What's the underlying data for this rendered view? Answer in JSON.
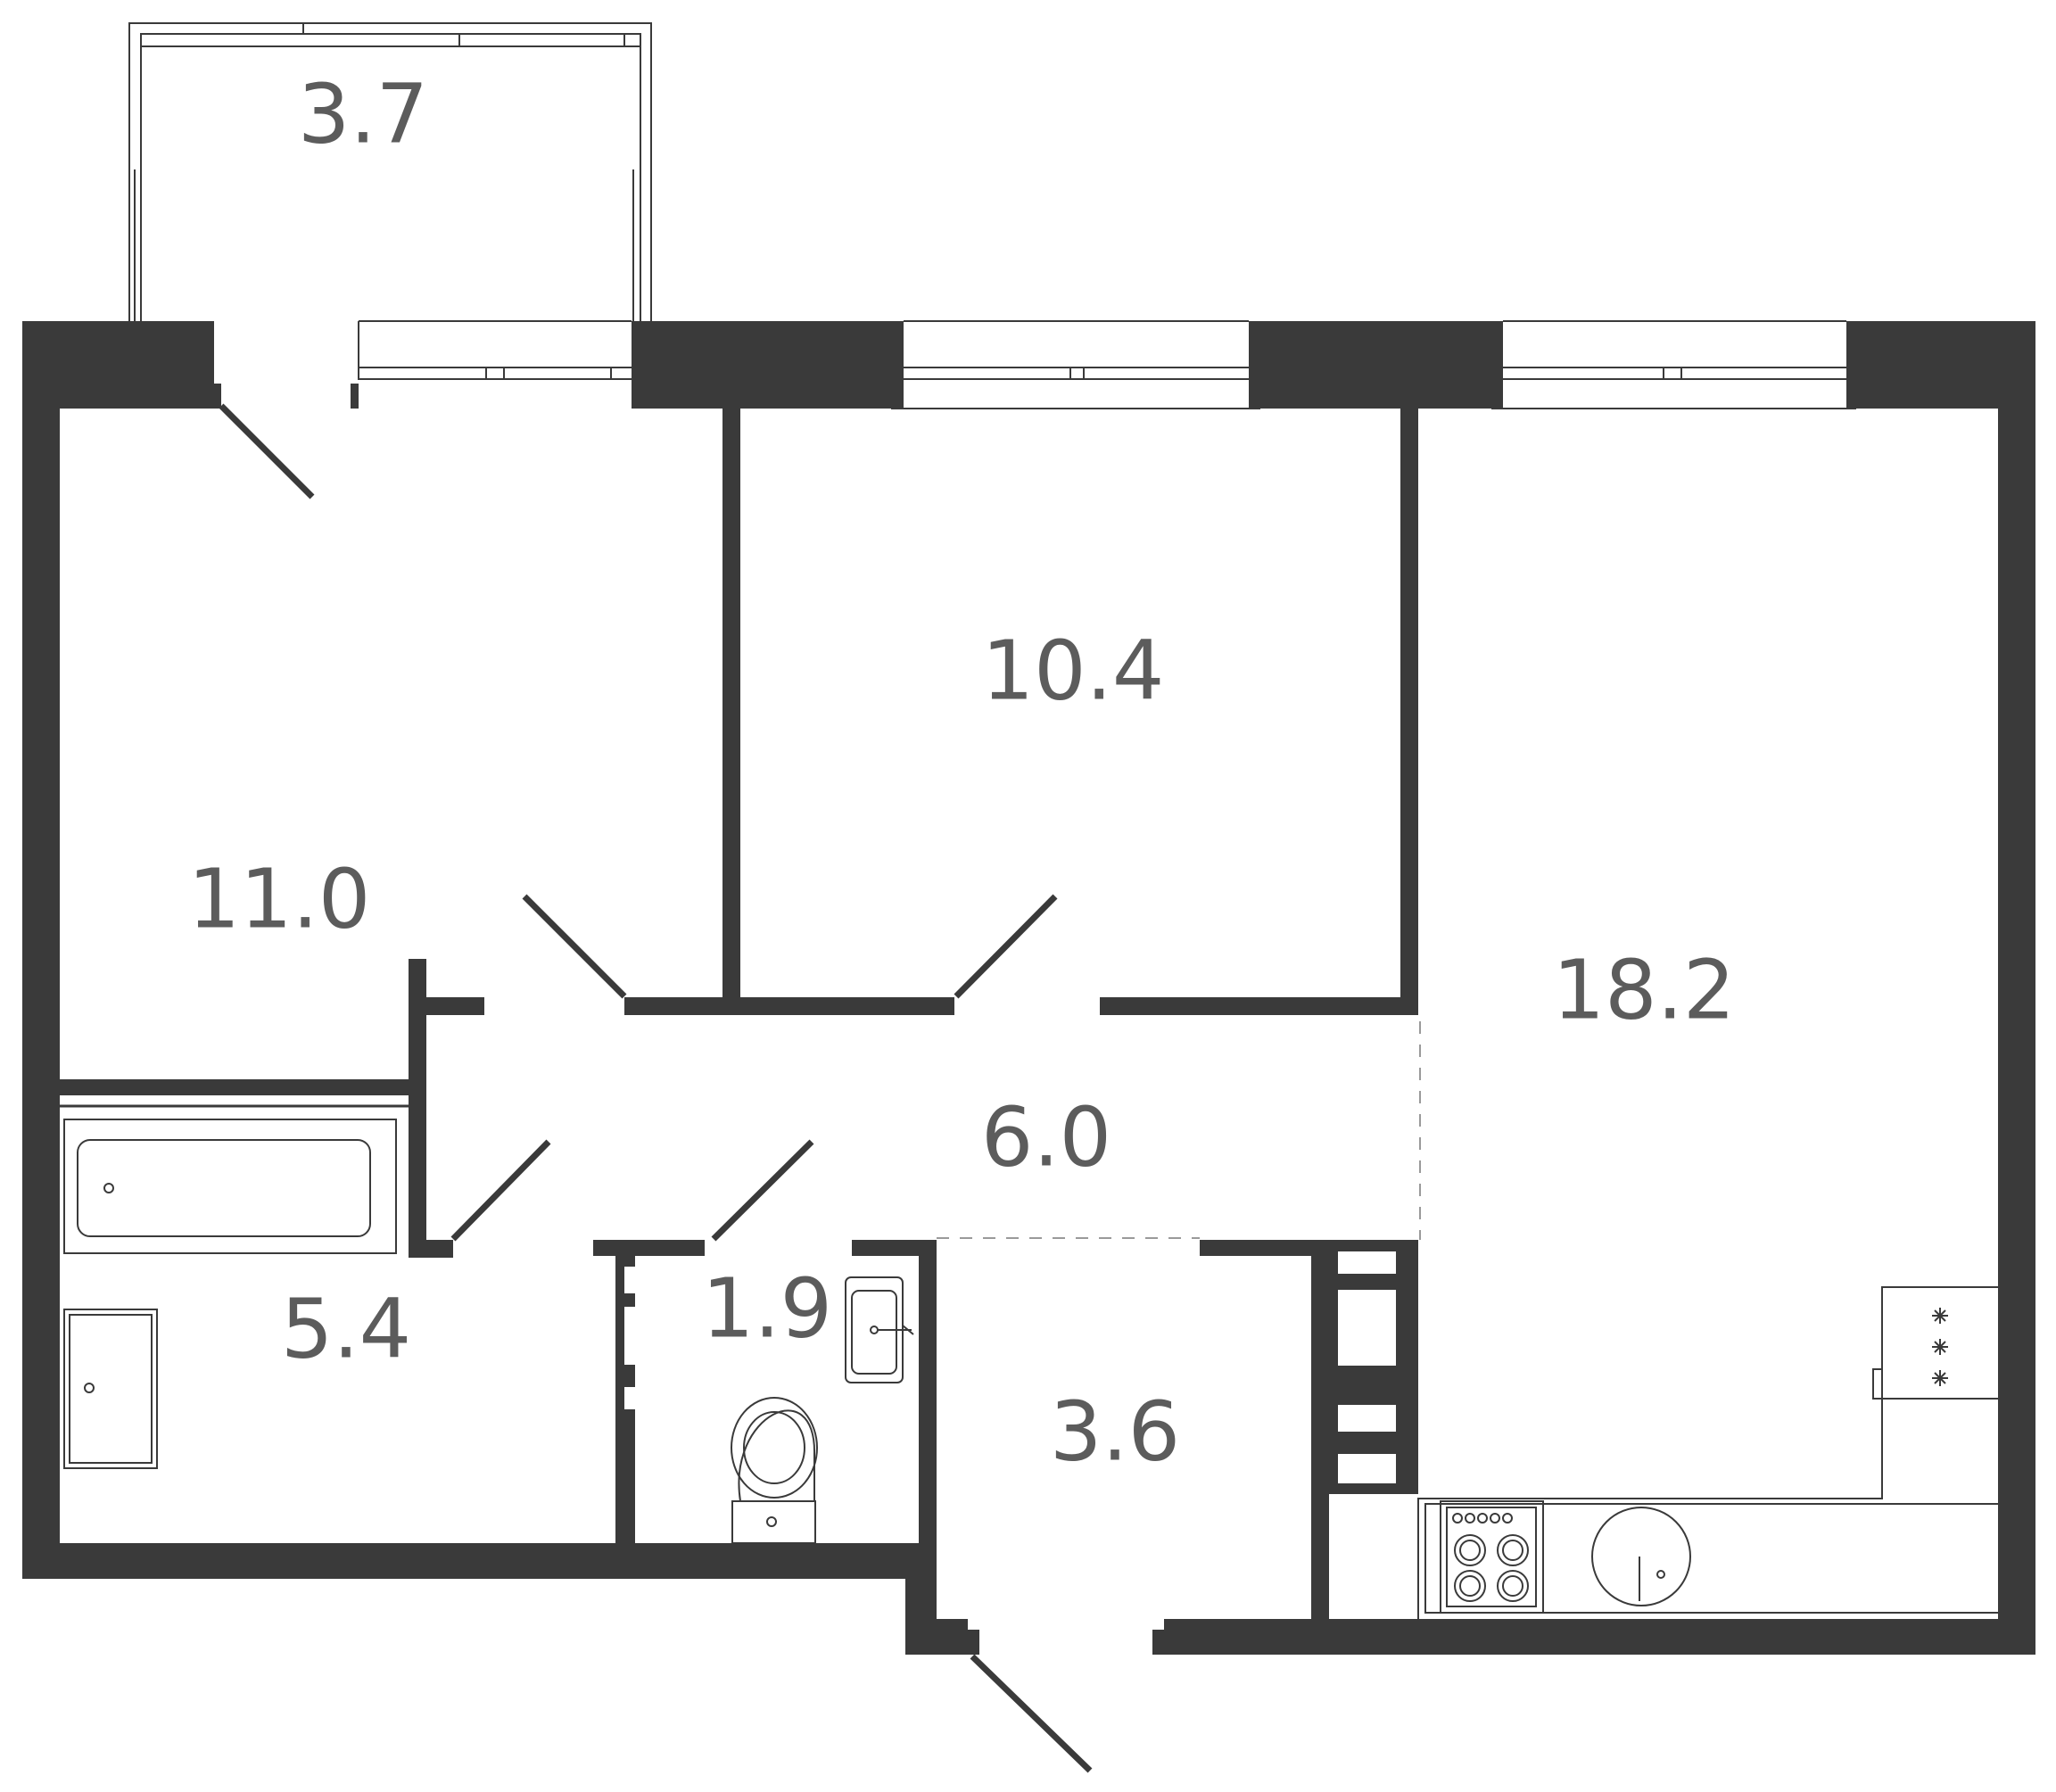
{
  "plan": {
    "rooms": [
      {
        "id": "balcony",
        "area": "3.7"
      },
      {
        "id": "bedroom-left",
        "area": "11.0"
      },
      {
        "id": "bedroom-middle",
        "area": "10.4"
      },
      {
        "id": "living-kitchen",
        "area": "18.2"
      },
      {
        "id": "hallway",
        "area": "6.0"
      },
      {
        "id": "bathroom",
        "area": "5.4"
      },
      {
        "id": "toilet",
        "area": "1.9"
      },
      {
        "id": "entrance",
        "area": "3.6"
      }
    ],
    "colors": {
      "walls": "#3a3a3a",
      "labels": "#5c5c5c",
      "background": "#ffffff"
    }
  }
}
